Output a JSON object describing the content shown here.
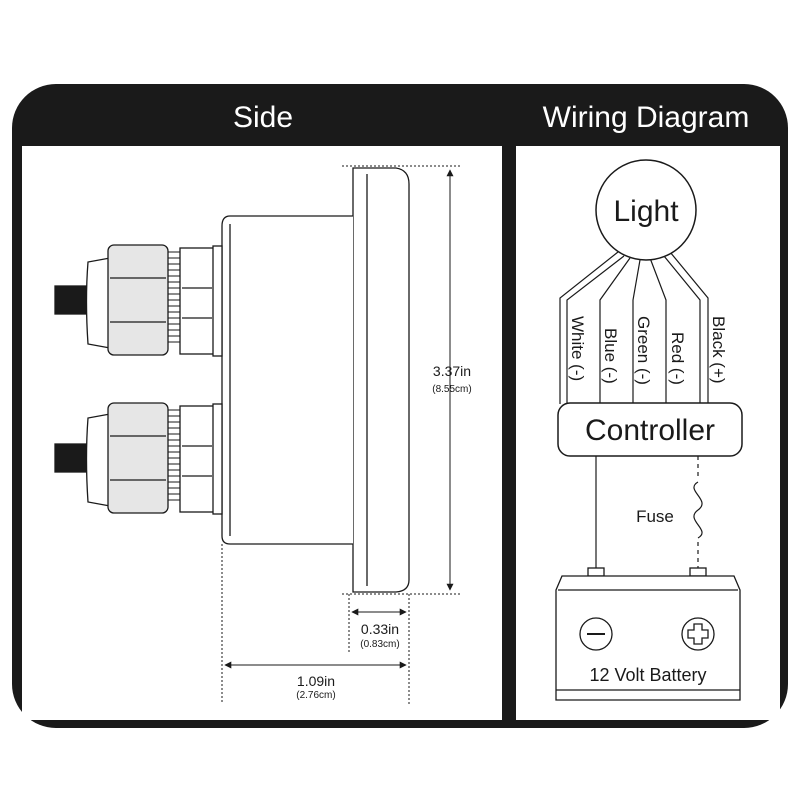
{
  "panels": {
    "side_title": "Side",
    "wiring_title": "Wiring Diagram"
  },
  "dimensions": {
    "height_in": "3.37in",
    "height_cm": "(8.55cm)",
    "bezel_in": "0.33in",
    "bezel_cm": "(0.83cm)",
    "depth_in": "1.09in",
    "depth_cm": "(2.76cm)"
  },
  "wiring": {
    "light": "Light",
    "controller": "Controller",
    "fuse": "Fuse",
    "battery": "12 Volt Battery",
    "wires": [
      "White (-)",
      "Blue (-)",
      "Green (-)",
      "Red (-)",
      "Black (+)"
    ],
    "battery_negative_icon": "minus-icon",
    "battery_positive_icon": "plus-icon"
  },
  "colors": {
    "frame": "#1a1a1a",
    "background": "#ffffff",
    "nut_fill": "#e6e6e6"
  }
}
